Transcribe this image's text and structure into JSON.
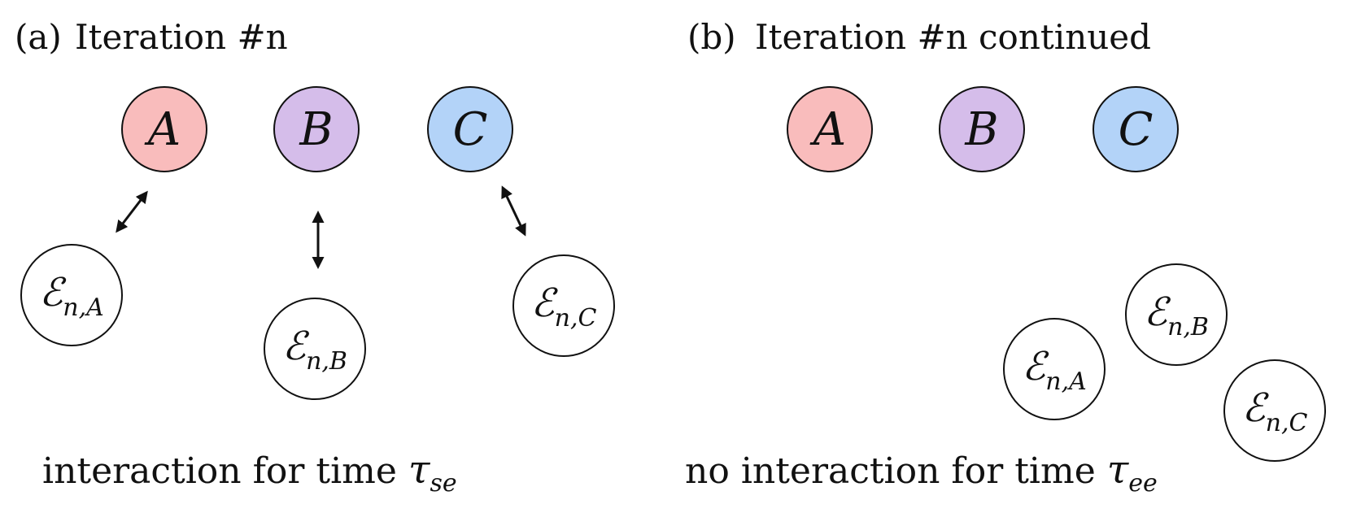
{
  "panels": [
    {
      "label": "(a)",
      "title": "Iteration #n",
      "caption": "interaction for time",
      "caption_symbol": "τ",
      "caption_subscript": "se"
    },
    {
      "label": "(b)",
      "title": "Iteration #n continued",
      "caption": "no interaction for time",
      "caption_symbol": "τ",
      "caption_subscript": "ee"
    }
  ],
  "systems": [
    {
      "name": "A",
      "color": "#f9bcbc"
    },
    {
      "name": "B",
      "color": "#d5bdea"
    },
    {
      "name": "C",
      "color": "#b3d3f8"
    }
  ],
  "environments": [
    {
      "symbol": "ℰ",
      "subscript": "n,A"
    },
    {
      "symbol": "ℰ",
      "subscript": "n,B"
    },
    {
      "symbol": "ℰ",
      "subscript": "n,C"
    }
  ]
}
